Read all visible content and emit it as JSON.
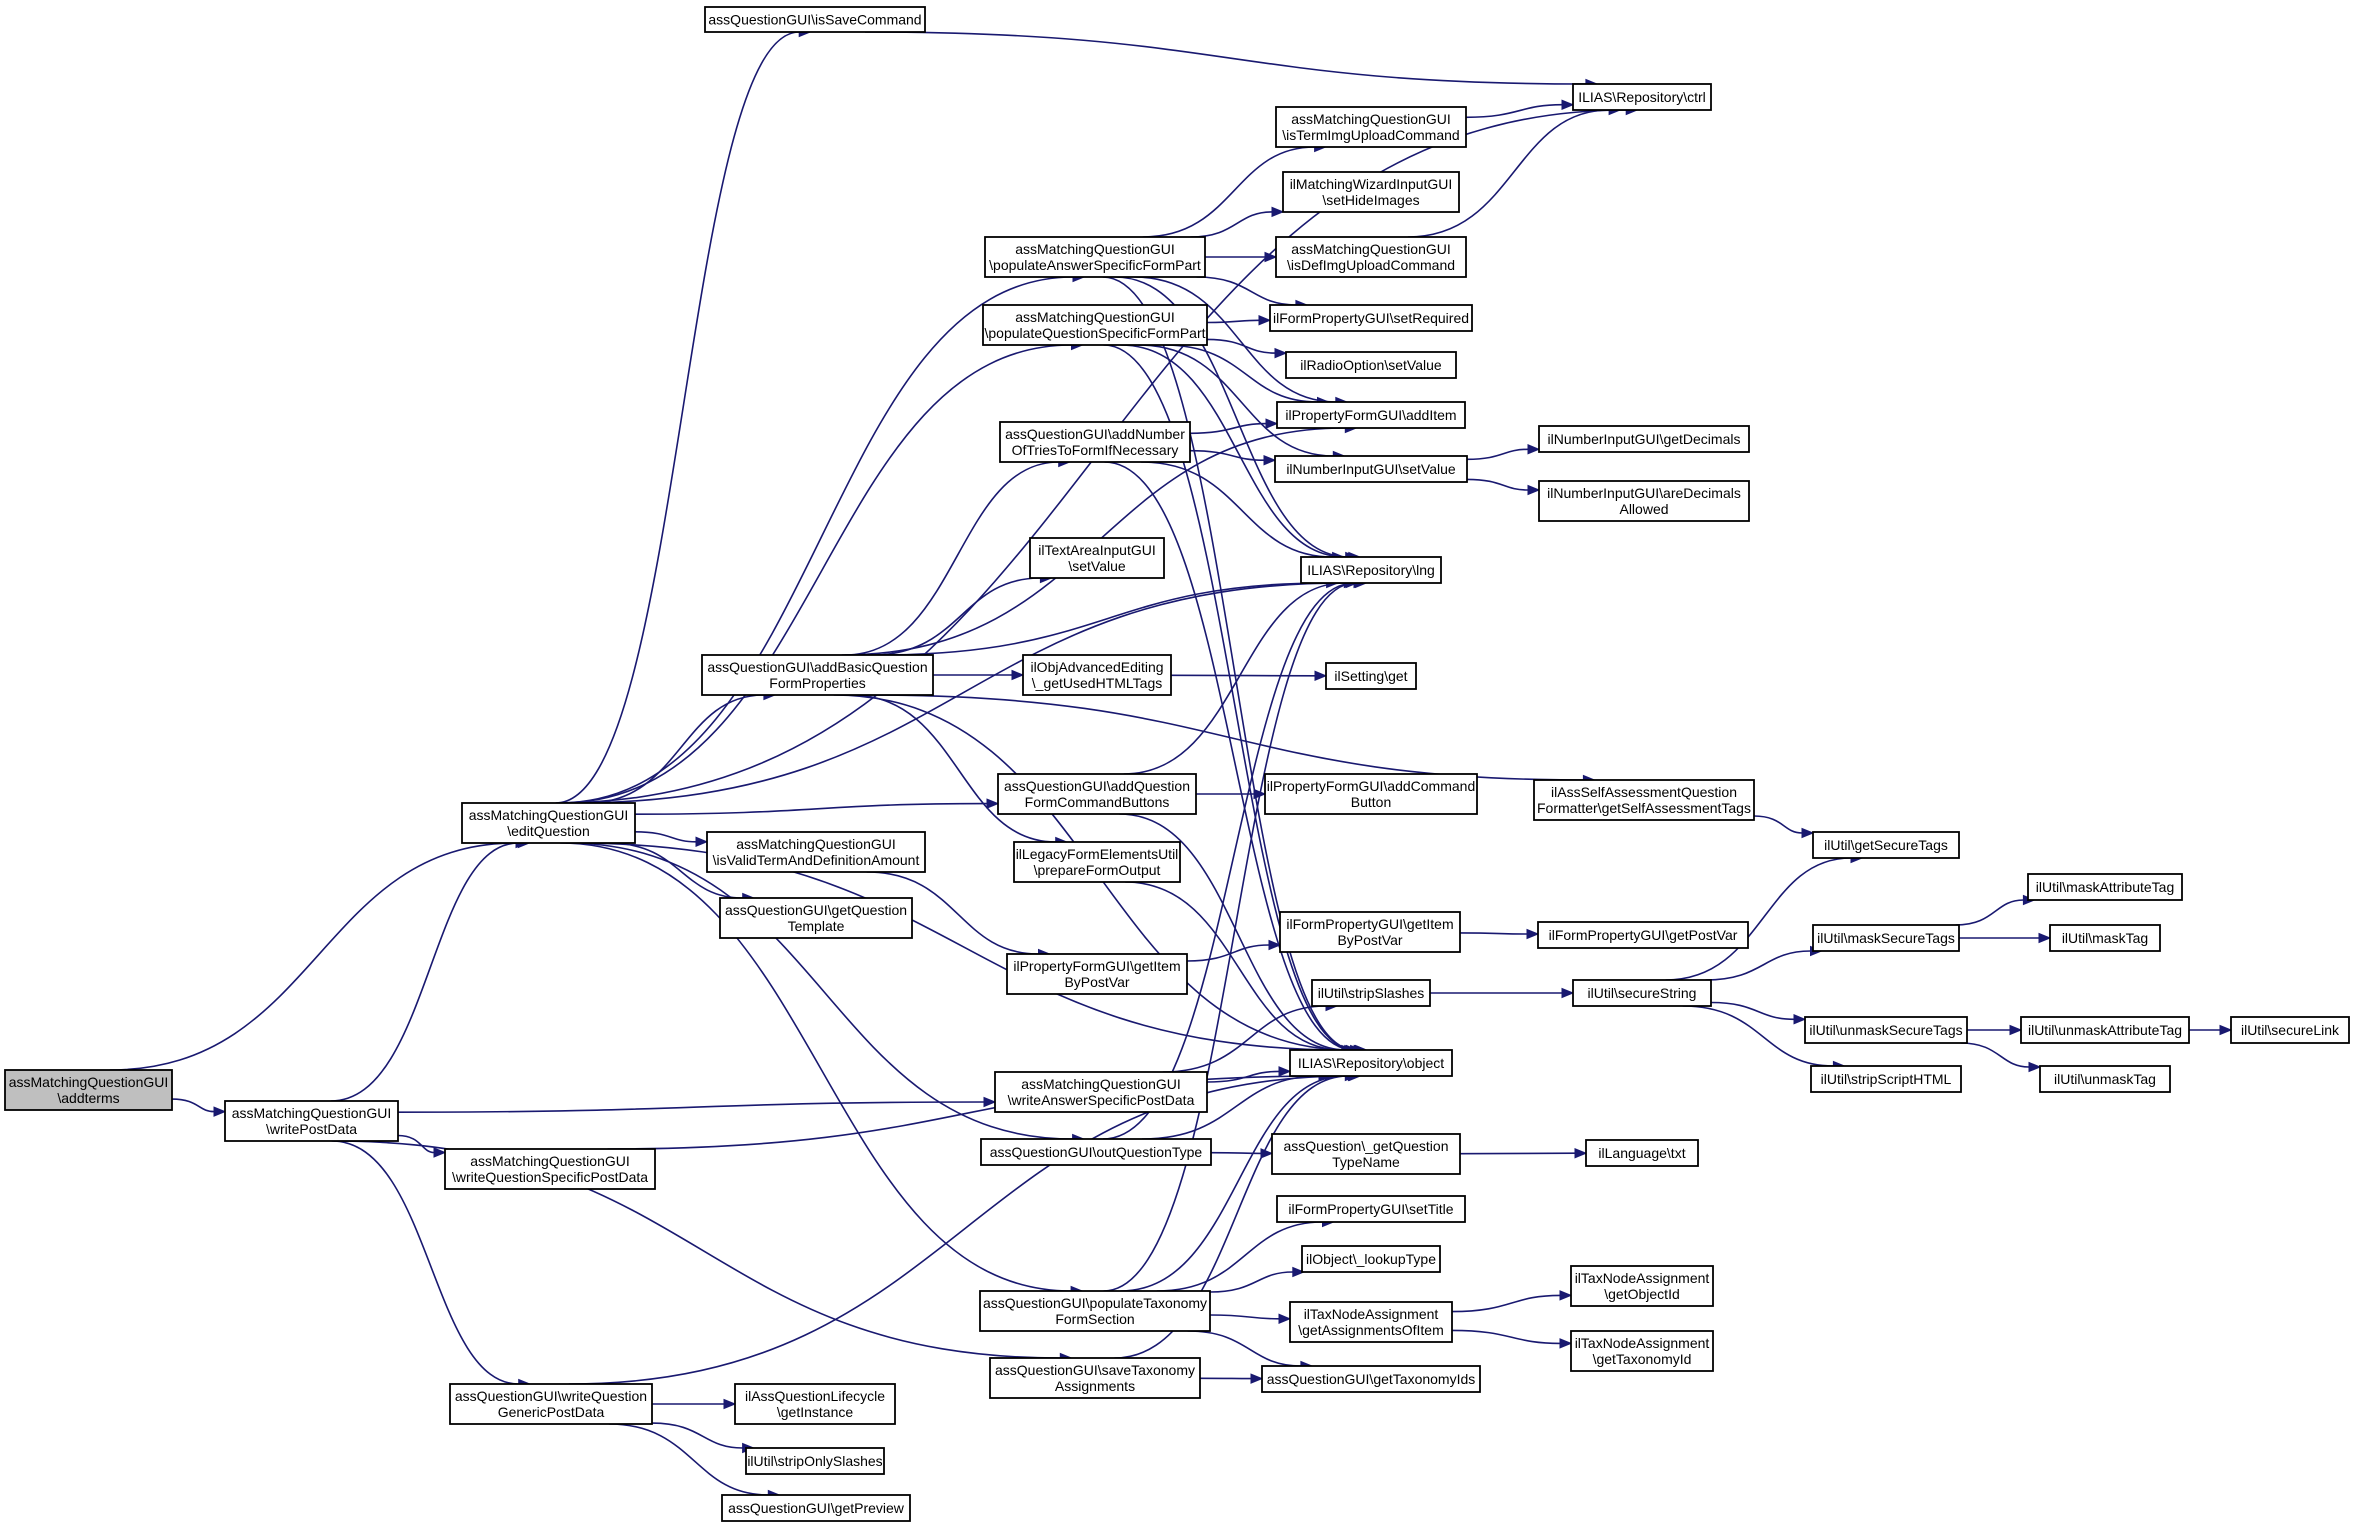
{
  "colors": {
    "edge": "#191970",
    "node_border": "#000000",
    "root_fill": "#bfbfbf",
    "node_fill": "#ffffff"
  },
  "nodes": [
    {
      "id": "addterms",
      "lines": [
        "assMatchingQuestionGUI",
        "\\addterms"
      ],
      "root": true
    },
    {
      "id": "writePostData",
      "lines": [
        "assMatchingQuestionGUI",
        "\\writePostData"
      ]
    },
    {
      "id": "editQuestion",
      "lines": [
        "assMatchingQuestionGUI",
        "\\editQuestion"
      ]
    },
    {
      "id": "isSaveCommand",
      "lines": [
        "assQuestionGUI\\isSaveCommand"
      ]
    },
    {
      "id": "ctrl",
      "lines": [
        "ILIAS\\Repository\\ctrl"
      ]
    },
    {
      "id": "isTermImgUploadCommand",
      "lines": [
        "assMatchingQuestionGUI",
        "\\isTermImgUploadCommand"
      ]
    },
    {
      "id": "setHideImages",
      "lines": [
        "ilMatchingWizardInputGUI",
        "\\setHideImages"
      ]
    },
    {
      "id": "populateAnswerSpecificFormPart",
      "lines": [
        "assMatchingQuestionGUI",
        "\\populateAnswerSpecificFormPart"
      ]
    },
    {
      "id": "isDefImgUploadCommand",
      "lines": [
        "assMatchingQuestionGUI",
        "\\isDefImgUploadCommand"
      ]
    },
    {
      "id": "populateQuestionSpecificFormPart",
      "lines": [
        "assMatchingQuestionGUI",
        "\\populateQuestionSpecificFormPart"
      ]
    },
    {
      "id": "setRequired",
      "lines": [
        "ilFormPropertyGUI\\setRequired"
      ]
    },
    {
      "id": "radioSetValue",
      "lines": [
        "ilRadioOption\\setValue"
      ]
    },
    {
      "id": "addItem",
      "lines": [
        "ilPropertyFormGUI\\addItem"
      ]
    },
    {
      "id": "addNumberOfTries",
      "lines": [
        "assQuestionGUI\\addNumber",
        "OfTriesToFormIfNecessary"
      ]
    },
    {
      "id": "numberSetValue",
      "lines": [
        "ilNumberInputGUI\\setValue"
      ]
    },
    {
      "id": "getDecimals",
      "lines": [
        "ilNumberInputGUI\\getDecimals"
      ]
    },
    {
      "id": "areDecimalsAllowed",
      "lines": [
        "ilNumberInputGUI\\areDecimals",
        "Allowed"
      ]
    },
    {
      "id": "textAreaSetValue",
      "lines": [
        "ilTextAreaInputGUI",
        "\\setValue"
      ]
    },
    {
      "id": "lng",
      "lines": [
        "ILIAS\\Repository\\lng"
      ]
    },
    {
      "id": "addBasicQuestionFormProperties",
      "lines": [
        "assQuestionGUI\\addBasicQuestion",
        "FormProperties"
      ]
    },
    {
      "id": "getUsedHTMLTags",
      "lines": [
        "ilObjAdvancedEditing",
        "\\_getUsedHTMLTags"
      ]
    },
    {
      "id": "settingGet",
      "lines": [
        "ilSetting\\get"
      ]
    },
    {
      "id": "addQuestionFormCommandButtons",
      "lines": [
        "assQuestionGUI\\addQuestion",
        "FormCommandButtons"
      ]
    },
    {
      "id": "addCommandButton",
      "lines": [
        "ilPropertyFormGUI\\addCommand",
        "Button"
      ]
    },
    {
      "id": "getSelfAssessmentTags",
      "lines": [
        "ilAssSelfAssessmentQuestion",
        "Formatter\\getSelfAssessmentTags"
      ]
    },
    {
      "id": "isValidTermAndDefinitionAmount",
      "lines": [
        "assMatchingQuestionGUI",
        "\\isValidTermAndDefinitionAmount"
      ]
    },
    {
      "id": "prepareFormOutput",
      "lines": [
        "ilLegacyFormElementsUtil",
        "\\prepareFormOutput"
      ]
    },
    {
      "id": "getSecureTags",
      "lines": [
        "ilUtil\\getSecureTags"
      ]
    },
    {
      "id": "getQuestionTemplate",
      "lines": [
        "assQuestionGUI\\getQuestion",
        "Template"
      ]
    },
    {
      "id": "maskAttributeTag",
      "lines": [
        "ilUtil\\maskAttributeTag"
      ]
    },
    {
      "id": "formGetItemByPostVar",
      "lines": [
        "ilFormPropertyGUI\\getItem",
        "ByPostVar"
      ]
    },
    {
      "id": "getPostVar",
      "lines": [
        "ilFormPropertyGUI\\getPostVar"
      ]
    },
    {
      "id": "maskSecureTags",
      "lines": [
        "ilUtil\\maskSecureTags"
      ]
    },
    {
      "id": "maskTag",
      "lines": [
        "ilUtil\\maskTag"
      ]
    },
    {
      "id": "propGetItemByPostVar",
      "lines": [
        "ilPropertyFormGUI\\getItem",
        "ByPostVar"
      ]
    },
    {
      "id": "stripSlashes",
      "lines": [
        "ilUtil\\stripSlashes"
      ]
    },
    {
      "id": "secureString",
      "lines": [
        "ilUtil\\secureString"
      ]
    },
    {
      "id": "unmaskSecureTags",
      "lines": [
        "ilUtil\\unmaskSecureTags"
      ]
    },
    {
      "id": "unmaskAttributeTag",
      "lines": [
        "ilUtil\\unmaskAttributeTag"
      ]
    },
    {
      "id": "secureLink",
      "lines": [
        "ilUtil\\secureLink"
      ]
    },
    {
      "id": "stripScriptHTML",
      "lines": [
        "ilUtil\\stripScriptHTML"
      ]
    },
    {
      "id": "unmaskTag",
      "lines": [
        "ilUtil\\unmaskTag"
      ]
    },
    {
      "id": "writeAnswerSpecificPostData",
      "lines": [
        "assMatchingQuestionGUI",
        "\\writeAnswerSpecificPostData"
      ]
    },
    {
      "id": "object",
      "lines": [
        "ILIAS\\Repository\\object"
      ]
    },
    {
      "id": "writeQuestionSpecificPostData",
      "lines": [
        "assMatchingQuestionGUI",
        "\\writeQuestionSpecificPostData"
      ]
    },
    {
      "id": "outQuestionType",
      "lines": [
        "assQuestionGUI\\outQuestionType"
      ]
    },
    {
      "id": "getQuestionTypeName",
      "lines": [
        "assQuestion\\_getQuestion",
        "TypeName"
      ]
    },
    {
      "id": "languageTxt",
      "lines": [
        "ilLanguage\\txt"
      ]
    },
    {
      "id": "setTitle",
      "lines": [
        "ilFormPropertyGUI\\setTitle"
      ]
    },
    {
      "id": "lookupType",
      "lines": [
        "ilObject\\_lookupType"
      ]
    },
    {
      "id": "getObjectId",
      "lines": [
        "ilTaxNodeAssignment",
        "\\getObjectId"
      ]
    },
    {
      "id": "populateTaxonomyFormSection",
      "lines": [
        "assQuestionGUI\\populateTaxonomy",
        "FormSection"
      ]
    },
    {
      "id": "getAssignmentsOfItem",
      "lines": [
        "ilTaxNodeAssignment",
        "\\getAssignmentsOfItem"
      ]
    },
    {
      "id": "getTaxonomyId",
      "lines": [
        "ilTaxNodeAssignment",
        "\\getTaxonomyId"
      ]
    },
    {
      "id": "saveTaxonomyAssignments",
      "lines": [
        "assQuestionGUI\\saveTaxonomy",
        "Assignments"
      ]
    },
    {
      "id": "getTaxonomyIds",
      "lines": [
        "assQuestionGUI\\getTaxonomyIds"
      ]
    },
    {
      "id": "writeQuestionGenericPostData",
      "lines": [
        "assQuestionGUI\\writeQuestion",
        "GenericPostData"
      ]
    },
    {
      "id": "getInstance",
      "lines": [
        "ilAssQuestionLifecycle",
        "\\getInstance"
      ]
    },
    {
      "id": "stripOnlySlashes",
      "lines": [
        "ilUtil\\stripOnlySlashes"
      ]
    },
    {
      "id": "getPreview",
      "lines": [
        "assQuestionGUI\\getPreview"
      ]
    }
  ],
  "edges": [
    [
      "addterms",
      "editQuestion"
    ],
    [
      "addterms",
      "writePostData"
    ],
    [
      "writePostData",
      "editQuestion"
    ],
    [
      "writePostData",
      "writeAnswerSpecificPostData"
    ],
    [
      "writePostData",
      "writeQuestionSpecificPostData"
    ],
    [
      "writePostData",
      "saveTaxonomyAssignments"
    ],
    [
      "writePostData",
      "writeQuestionGenericPostData"
    ],
    [
      "editQuestion",
      "isSaveCommand"
    ],
    [
      "editQuestion",
      "ctrl"
    ],
    [
      "editQuestion",
      "populateAnswerSpecificFormPart"
    ],
    [
      "editQuestion",
      "populateQuestionSpecificFormPart"
    ],
    [
      "editQuestion",
      "lng"
    ],
    [
      "editQuestion",
      "addBasicQuestionFormProperties"
    ],
    [
      "editQuestion",
      "addQuestionFormCommandButtons"
    ],
    [
      "editQuestion",
      "isValidTermAndDefinitionAmount"
    ],
    [
      "editQuestion",
      "getQuestionTemplate"
    ],
    [
      "editQuestion",
      "object"
    ],
    [
      "editQuestion",
      "outQuestionType"
    ],
    [
      "editQuestion",
      "populateTaxonomyFormSection"
    ],
    [
      "isSaveCommand",
      "ctrl"
    ],
    [
      "isTermImgUploadCommand",
      "ctrl"
    ],
    [
      "isDefImgUploadCommand",
      "ctrl"
    ],
    [
      "populateAnswerSpecificFormPart",
      "isTermImgUploadCommand"
    ],
    [
      "populateAnswerSpecificFormPart",
      "setHideImages"
    ],
    [
      "populateAnswerSpecificFormPart",
      "isDefImgUploadCommand"
    ],
    [
      "populateAnswerSpecificFormPart",
      "setRequired"
    ],
    [
      "populateAnswerSpecificFormPart",
      "addItem"
    ],
    [
      "populateAnswerSpecificFormPart",
      "lng"
    ],
    [
      "populateAnswerSpecificFormPart",
      "object"
    ],
    [
      "populateQuestionSpecificFormPart",
      "setRequired"
    ],
    [
      "populateQuestionSpecificFormPart",
      "radioSetValue"
    ],
    [
      "populateQuestionSpecificFormPart",
      "addItem"
    ],
    [
      "populateQuestionSpecificFormPart",
      "numberSetValue"
    ],
    [
      "populateQuestionSpecificFormPart",
      "lng"
    ],
    [
      "populateQuestionSpecificFormPart",
      "object"
    ],
    [
      "addNumberOfTries",
      "addItem"
    ],
    [
      "addNumberOfTries",
      "numberSetValue"
    ],
    [
      "addNumberOfTries",
      "lng"
    ],
    [
      "addNumberOfTries",
      "object"
    ],
    [
      "numberSetValue",
      "getDecimals"
    ],
    [
      "numberSetValue",
      "areDecimalsAllowed"
    ],
    [
      "addBasicQuestionFormProperties",
      "addNumberOfTries"
    ],
    [
      "addBasicQuestionFormProperties",
      "addItem"
    ],
    [
      "addBasicQuestionFormProperties",
      "textAreaSetValue"
    ],
    [
      "addBasicQuestionFormProperties",
      "lng"
    ],
    [
      "addBasicQuestionFormProperties",
      "getUsedHTMLTags"
    ],
    [
      "addBasicQuestionFormProperties",
      "getSelfAssessmentTags"
    ],
    [
      "addBasicQuestionFormProperties",
      "prepareFormOutput"
    ],
    [
      "addBasicQuestionFormProperties",
      "object"
    ],
    [
      "getUsedHTMLTags",
      "settingGet"
    ],
    [
      "addQuestionFormCommandButtons",
      "addCommandButton"
    ],
    [
      "addQuestionFormCommandButtons",
      "lng"
    ],
    [
      "addQuestionFormCommandButtons",
      "object"
    ],
    [
      "getSelfAssessmentTags",
      "getSecureTags"
    ],
    [
      "isValidTermAndDefinitionAmount",
      "propGetItemByPostVar"
    ],
    [
      "prepareFormOutput",
      "object"
    ],
    [
      "propGetItemByPostVar",
      "formGetItemByPostVar"
    ],
    [
      "formGetItemByPostVar",
      "getPostVar"
    ],
    [
      "stripSlashes",
      "secureString"
    ],
    [
      "secureString",
      "getSecureTags"
    ],
    [
      "secureString",
      "maskSecureTags"
    ],
    [
      "secureString",
      "unmaskSecureTags"
    ],
    [
      "secureString",
      "stripScriptHTML"
    ],
    [
      "maskSecureTags",
      "maskAttributeTag"
    ],
    [
      "maskSecureTags",
      "maskTag"
    ],
    [
      "unmaskSecureTags",
      "unmaskAttributeTag"
    ],
    [
      "unmaskSecureTags",
      "unmaskTag"
    ],
    [
      "unmaskAttributeTag",
      "secureLink"
    ],
    [
      "writeAnswerSpecificPostData",
      "stripSlashes"
    ],
    [
      "writeAnswerSpecificPostData",
      "object"
    ],
    [
      "writeQuestionSpecificPostData",
      "object"
    ],
    [
      "outQuestionType",
      "lng"
    ],
    [
      "outQuestionType",
      "object"
    ],
    [
      "outQuestionType",
      "getQuestionTypeName"
    ],
    [
      "getQuestionTypeName",
      "languageTxt"
    ],
    [
      "populateTaxonomyFormSection",
      "lng"
    ],
    [
      "populateTaxonomyFormSection",
      "object"
    ],
    [
      "populateTaxonomyFormSection",
      "setTitle"
    ],
    [
      "populateTaxonomyFormSection",
      "lookupType"
    ],
    [
      "populateTaxonomyFormSection",
      "getAssignmentsOfItem"
    ],
    [
      "populateTaxonomyFormSection",
      "getTaxonomyIds"
    ],
    [
      "getAssignmentsOfItem",
      "getObjectId"
    ],
    [
      "getAssignmentsOfItem",
      "getTaxonomyId"
    ],
    [
      "saveTaxonomyAssignments",
      "getTaxonomyIds"
    ],
    [
      "saveTaxonomyAssignments",
      "object"
    ],
    [
      "writeQuestionGenericPostData",
      "object"
    ],
    [
      "writeQuestionGenericPostData",
      "getInstance"
    ],
    [
      "writeQuestionGenericPostData",
      "stripOnlySlashes"
    ],
    [
      "writeQuestionGenericPostData",
      "getPreview"
    ]
  ]
}
